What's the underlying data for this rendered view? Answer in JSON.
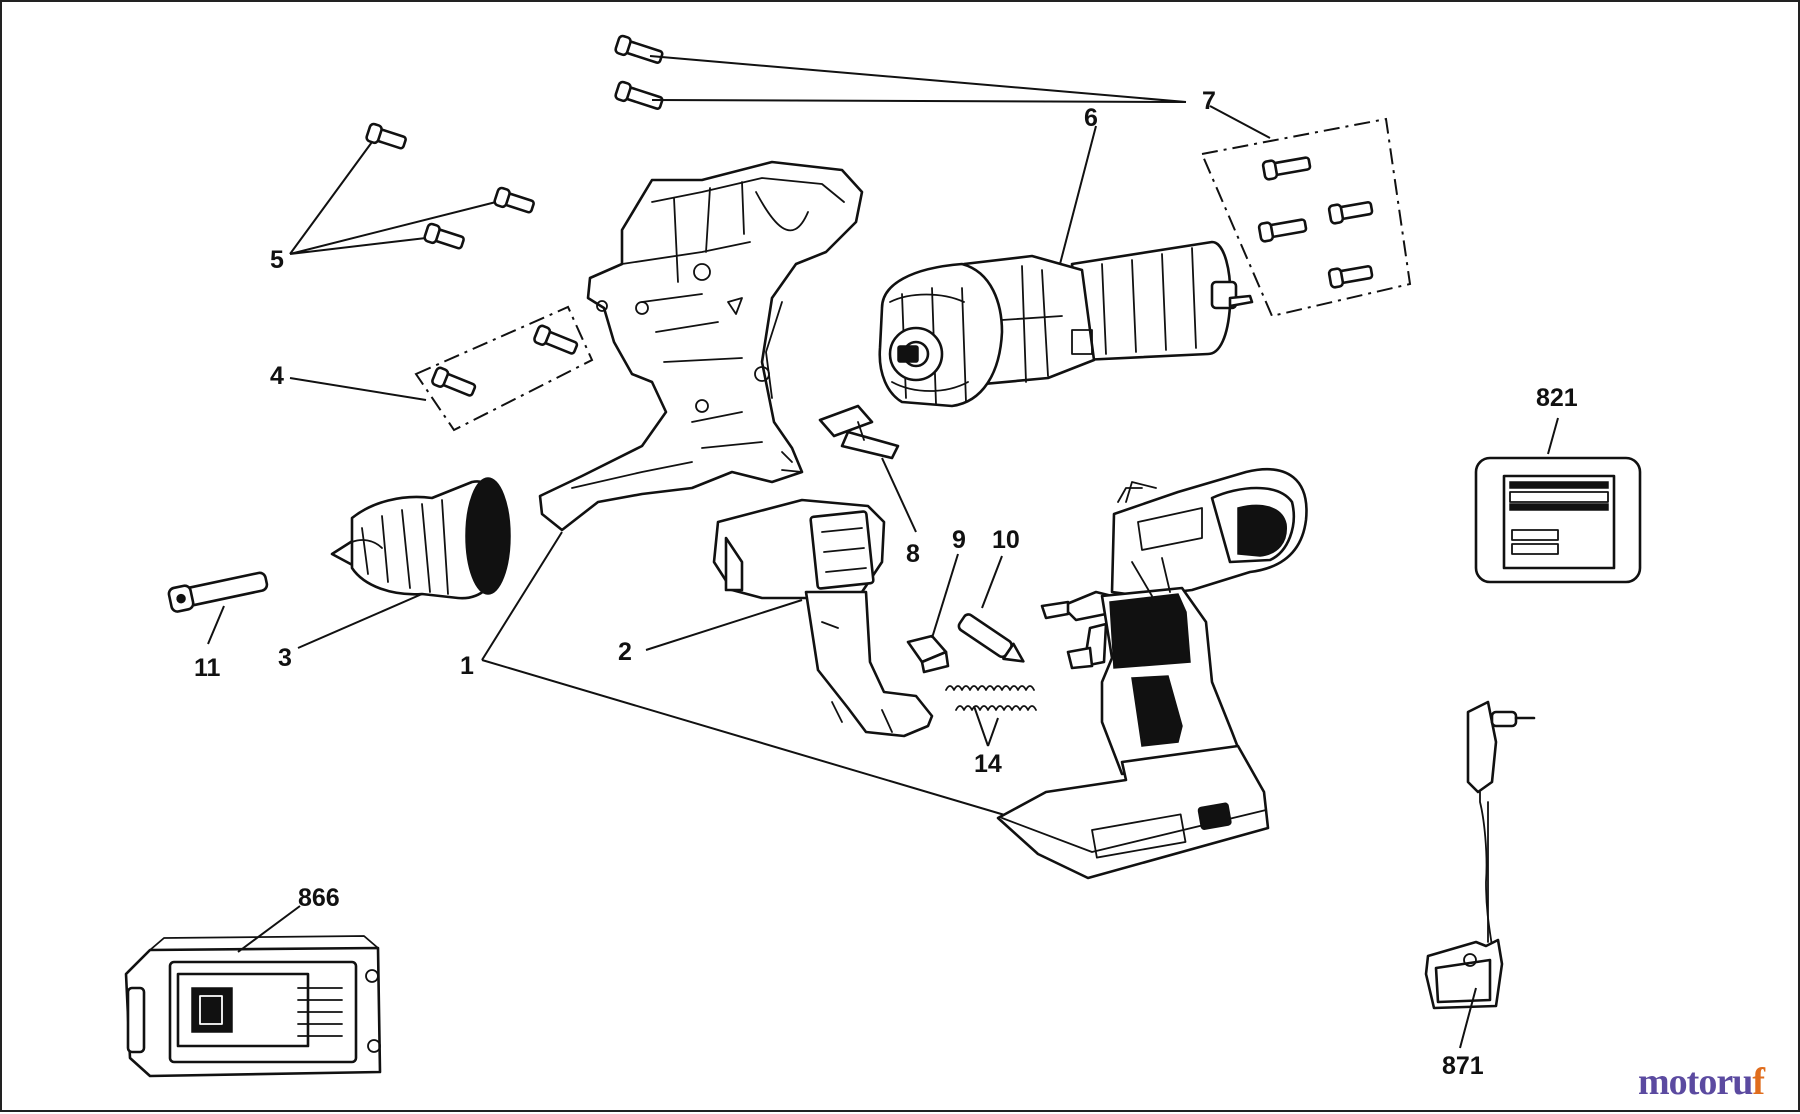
{
  "callouts": {
    "c1": "1",
    "c2": "2",
    "c3": "3",
    "c4": "4",
    "c5": "5",
    "c6": "6",
    "c7": "7",
    "c8": "8",
    "c9": "9",
    "c10": "10",
    "c11": "11",
    "c14": "14",
    "c821": "821",
    "c866": "866",
    "c871": "871"
  },
  "watermark": {
    "brand": "motoruf",
    "brand_a": "motoru",
    "brand_b": "f"
  },
  "colors": {
    "line": "#111111",
    "watermark_primary": "#5b4aa0",
    "watermark_accent": "#e06d1d"
  }
}
